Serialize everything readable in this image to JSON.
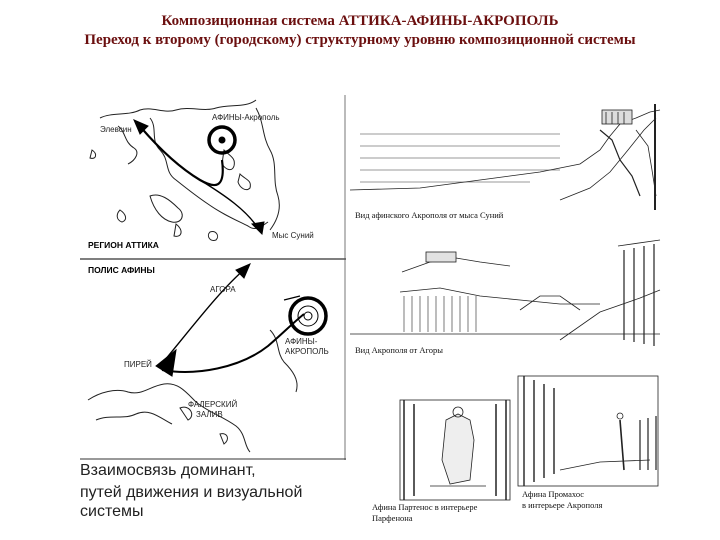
{
  "title": {
    "line1": "Композиционная система АТТИКА-АФИНЫ-АКРОПОЛЬ",
    "line2": "Переход к второму (городскому) структурному уровню композиционной системы"
  },
  "map_top": {
    "eleusis": "Элевсин",
    "athens_acropolis": "АФИНЫ-Акрополь",
    "cape_sounion": "Мыс Суний",
    "region": "РЕГИОН АТТИКА"
  },
  "map_bottom": {
    "city": "ПОЛИС АФИНЫ",
    "agora": "АГОРА",
    "acropolis_line1": "АФИНЫ-",
    "acropolis_line2": "АКРОПОЛЬ",
    "piraeus": "ПИРЕЙ",
    "phaleron_line1": "ФАЛЕРСКИЙ",
    "phaleron_line2": "ЗАЛИВ"
  },
  "bottom_text": {
    "line1": "Взаимосвязь доминант,",
    "line2": "путей движения и визуальной",
    "line3": "системы"
  },
  "captions": {
    "view_from_sounion": "Вид афинского Акрополя от мыса Суний",
    "view_from_agora": "Вид Акрополя от Агоры",
    "parthenos_line1": "Афина Партенос в интерьере",
    "parthenos_line2": "Парфенона",
    "promachos_line1": "Афина Промахос",
    "promachos_line2": "в интерьере Акрополя"
  }
}
